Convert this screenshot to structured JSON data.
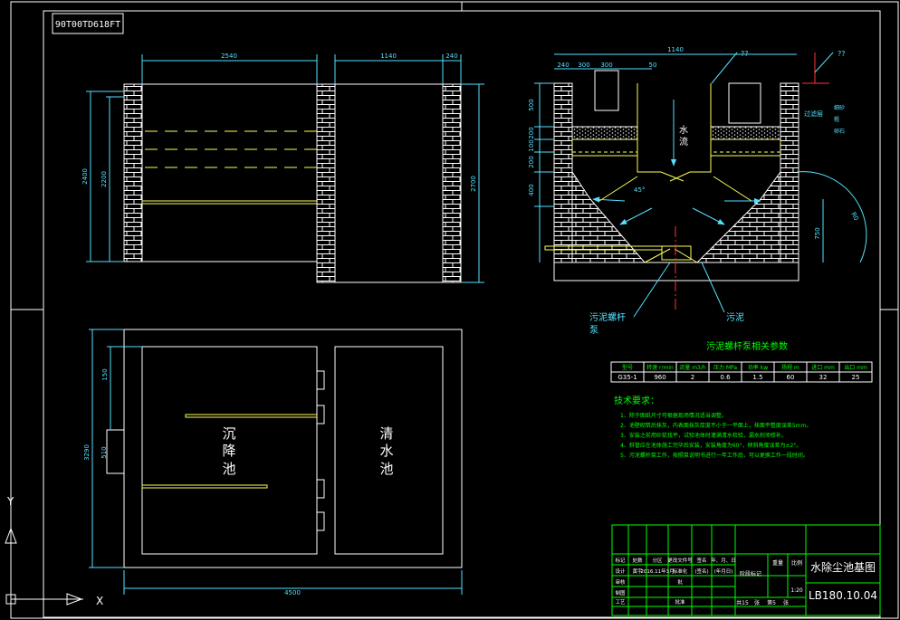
{
  "drawing": {
    "title_tag": "90T00TD618FT",
    "title": "水除尘池基图",
    "drawing_no": "LB180.10.04"
  },
  "dimensions": {
    "top_width_left": "2540",
    "top_width_right": "1140",
    "top_width_wall": "240",
    "height_outer": "2400",
    "height_inner": "2200",
    "height_right": "2700",
    "plan_top": "150",
    "plan_total_height": "3290",
    "plan_inlet": "510",
    "plan_total_width": "4500",
    "sec_total_width": "1140",
    "sec_seg_a": "240",
    "sec_seg_b": "300",
    "sec_seg_c": "300",
    "sec_seg_d": "50",
    "sec_v1": "500",
    "sec_v2": "200",
    "sec_v3": "100",
    "sec_v4": "200",
    "sec_v5": "200",
    "sec_v6": "400",
    "sec_v7": "750",
    "sec_angle": "45°",
    "sec_radius": "R0"
  },
  "labels": {
    "settling_pool": "沉\n降\n池",
    "settling_chars": [
      "沉",
      "降",
      "池"
    ],
    "clear_pool_chars": [
      "清",
      "水",
      "池"
    ],
    "water_flow": [
      "水",
      "流"
    ],
    "slurry_pump": "污泥螺杆",
    "slurry_pump_2": "泵",
    "sludge": "污泥",
    "filter_layer": "过滤层",
    "side_notes": [
      "细砂",
      "粗",
      "卵石"
    ],
    "marker_1": "??",
    "marker_2": "??",
    "axis_x": "X",
    "axis_y": "Y"
  },
  "pump_table": {
    "title": "污泥螺杆泵相关参数",
    "headers": [
      "型号",
      "转速 r/min",
      "流量 m3/h",
      "压力 MPa",
      "功率 kw",
      "扬程 m",
      "进口 mm",
      "出口 mm"
    ],
    "row": [
      "G35-1",
      "960",
      "2",
      "0.6",
      "1.5",
      "60",
      "32",
      "25"
    ]
  },
  "tech_requirements": {
    "title": "技术要求：",
    "items": [
      "1、除于图纸尺寸可根据现场情况适当调整。",
      "2、池壁砌筑后抹灰，内表面抹灰厚度不小于一平面上，抹面平整度误差5mm。",
      "3、安装之前用砂浆找平，试验池体时灌满清水检验，漏水则须修补。",
      "4、斜管应在池体施工完毕后安装，安装角度为60°，倾斜角度误差为±2°。",
      "5、污泥螺杆泵工作，按照泵说明书进行一年工作后，可以更换工作一段时间。"
    ]
  },
  "title_block": {
    "row1": [
      "标记",
      "处数",
      "分区",
      "更改文件号",
      "签名",
      "年、月、日"
    ],
    "row2": [
      "设计",
      "黄宇",
      "2016.11年3月",
      "标准化",
      "(签名)",
      "(年月日)"
    ],
    "row3": [
      "审核",
      "",
      "",
      "批"
    ],
    "row4": [
      "制图",
      "",
      "",
      "",
      "",
      ""
    ],
    "row5": [
      "工艺",
      "",
      "",
      "批准"
    ],
    "stage_labels": [
      "阶段标记",
      "重量",
      "比例"
    ],
    "scale": "1:20",
    "sheet": [
      "共15",
      "张",
      "第5",
      "张"
    ]
  }
}
